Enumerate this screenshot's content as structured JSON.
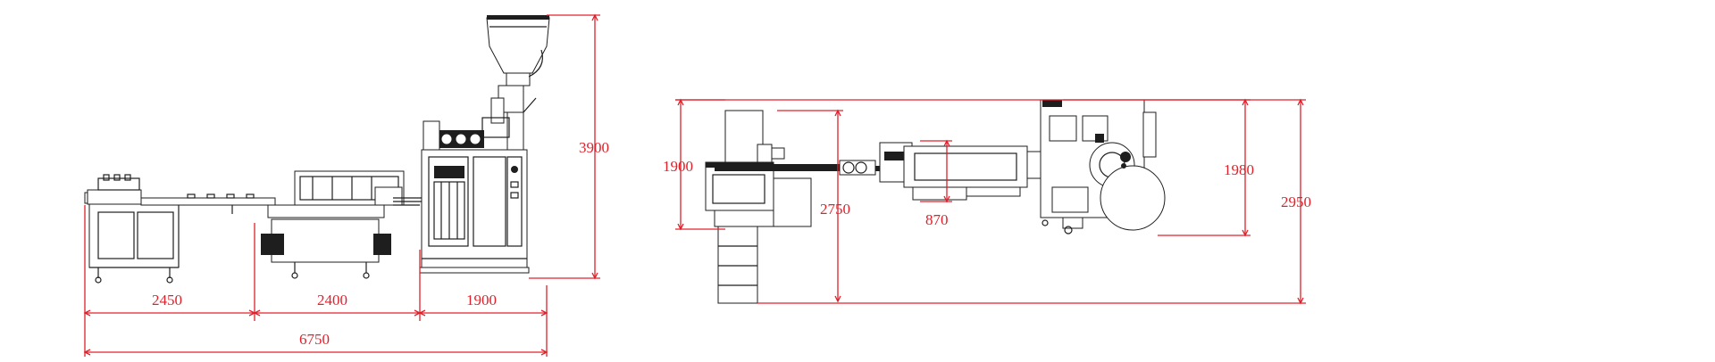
{
  "colors": {
    "dimension": "#e0202a",
    "machine": "#1e1e1e"
  },
  "side_view": {
    "dimensions": {
      "section_1": "2450",
      "section_2": "2400",
      "section_3": "1900",
      "total_length": "6750",
      "height": "3900"
    }
  },
  "top_view": {
    "dimensions": {
      "left_depth": "1900",
      "mid_depth": "2750",
      "conveyor_width": "870",
      "right_depth": "1980",
      "total_depth": "2950"
    }
  }
}
